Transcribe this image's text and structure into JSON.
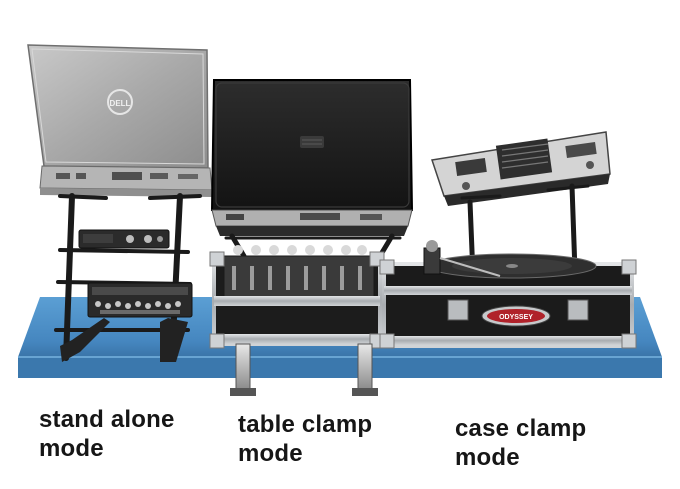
{
  "captions": {
    "stand_alone": {
      "line1": "stand alone",
      "line2": "mode"
    },
    "table_clamp": {
      "line1": "table clamp",
      "line2": "mode"
    },
    "case_clamp": {
      "line1": "case clamp",
      "line2": "mode"
    }
  },
  "logos": {
    "laptop_brand": "DELL",
    "case_brand": "ODYSSEY"
  },
  "colors": {
    "table_surface": "#4a8fc7",
    "case_black": "#1b1b1b",
    "aluminum": "#b8bcc0"
  }
}
